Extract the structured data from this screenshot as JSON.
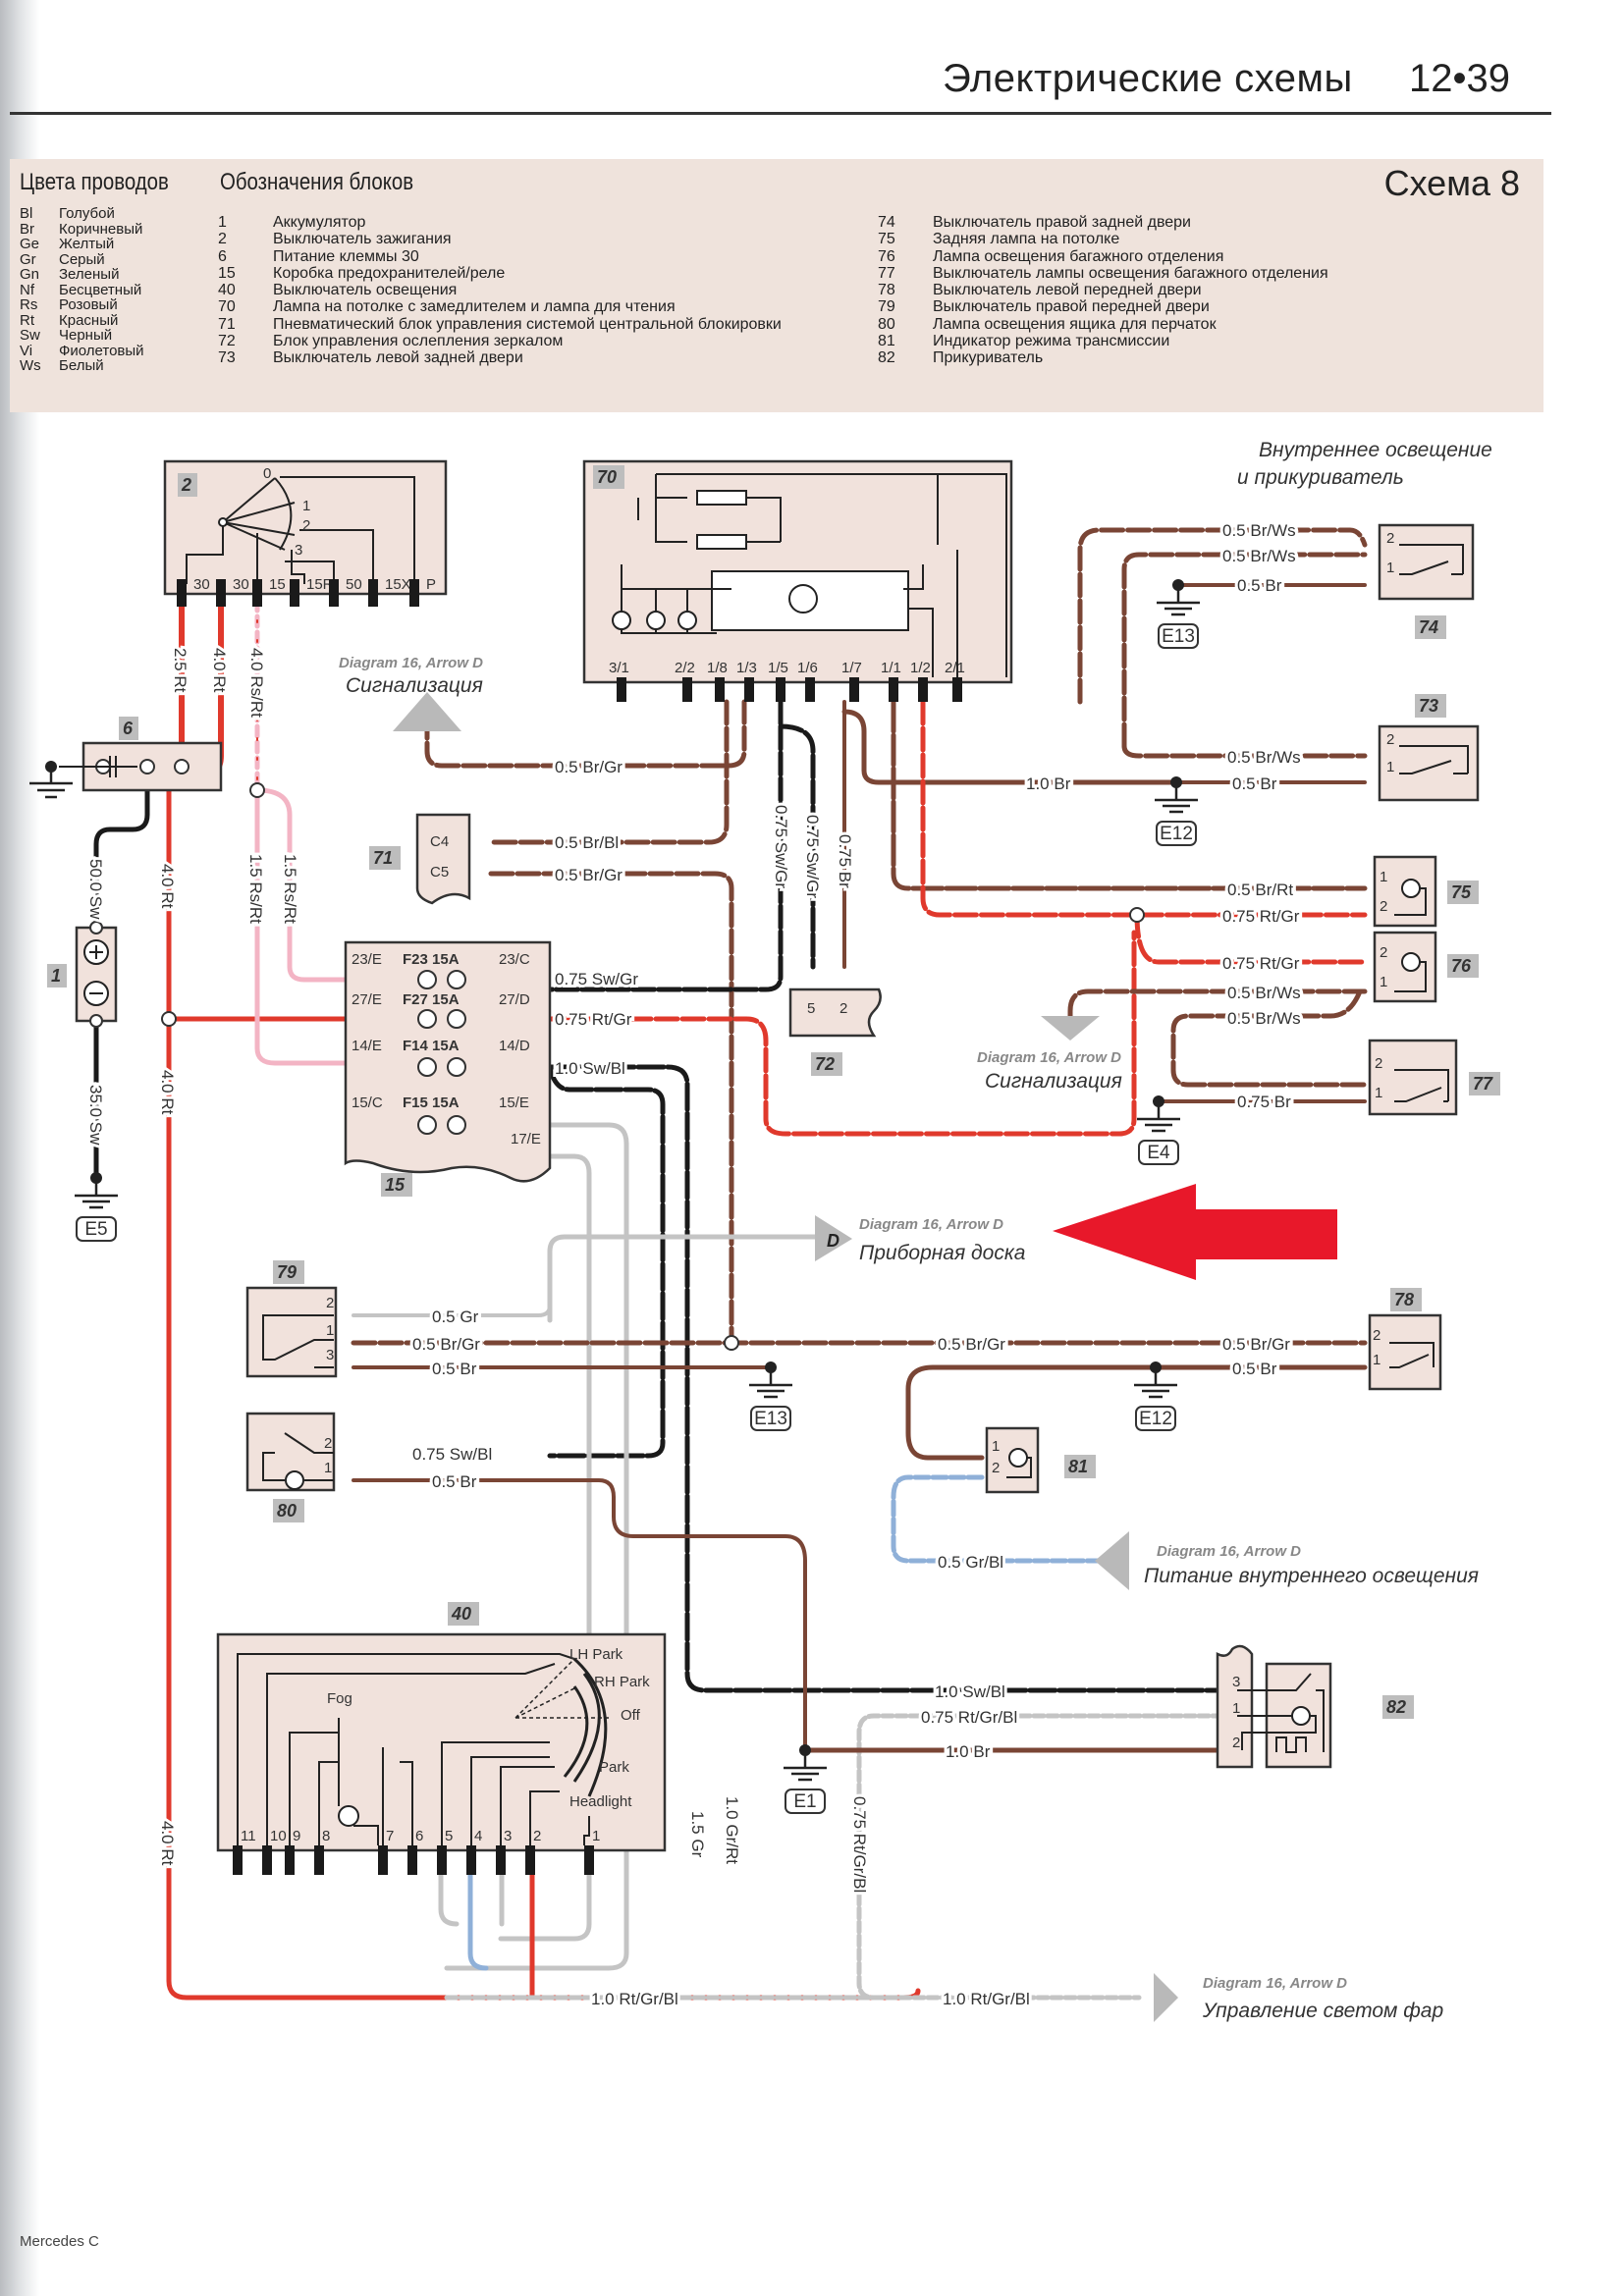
{
  "header": {
    "title": "Электрические схемы",
    "page": "12•39"
  },
  "legend": {
    "wire_colors_title": "Цвета проводов",
    "blocks_title": "Обозначения блоков",
    "scheme_title": "Схема 8",
    "wire_colors": [
      {
        "code": "Bl",
        "name": "Голубой"
      },
      {
        "code": "Br",
        "name": "Коричневый"
      },
      {
        "code": "Ge",
        "name": "Желтый"
      },
      {
        "code": "Gr",
        "name": "Серый"
      },
      {
        "code": "Gn",
        "name": "Зеленый"
      },
      {
        "code": "Nf",
        "name": "Бесцветный"
      },
      {
        "code": "Rs",
        "name": "Розовый"
      },
      {
        "code": "Rt",
        "name": "Красный"
      },
      {
        "code": "Sw",
        "name": "Черный"
      },
      {
        "code": "Vi",
        "name": "Фиолетовый"
      },
      {
        "code": "Ws",
        "name": "Белый"
      }
    ],
    "blocks_left": [
      {
        "num": "1",
        "name": "Аккумулятор"
      },
      {
        "num": "2",
        "name": "Выключатель зажигания"
      },
      {
        "num": "6",
        "name": "Питание клеммы 30"
      },
      {
        "num": "15",
        "name": "Коробка предохранителей/реле"
      },
      {
        "num": "40",
        "name": "Выключатель освещения"
      },
      {
        "num": "70",
        "name": "Лампа на потолке с замедлителем и лампа для чтения"
      },
      {
        "num": "71",
        "name": "Пневматический блок управления системой центральной блокировки"
      },
      {
        "num": "72",
        "name": "Блок управления ослепления зеркалом"
      },
      {
        "num": "73",
        "name": "Выключатель левой задней двери"
      }
    ],
    "blocks_right": [
      {
        "num": "74",
        "name": "Выключатель правой задней двери"
      },
      {
        "num": "75",
        "name": "Задняя лампа на потолке"
      },
      {
        "num": "76",
        "name": "Лампа освещения багажного отделения"
      },
      {
        "num": "77",
        "name": "Выключатель лампы освещения багажного отделения"
      },
      {
        "num": "78",
        "name": "Выключатель левой передней двери"
      },
      {
        "num": "79",
        "name": "Выключатель правой передней двери"
      },
      {
        "num": "80",
        "name": "Лампа освещения ящика для перчаток"
      },
      {
        "num": "81",
        "name": "Индикатор режима трансмиссии"
      },
      {
        "num": "82",
        "name": "Прикуриватель"
      }
    ]
  },
  "diagram": {
    "section_title": [
      "Внутреннее освещение",
      "и прикуриватель"
    ],
    "components": {
      "c2": {
        "num": "2",
        "pins": [
          "30",
          "30",
          "15",
          "15R",
          "50",
          "15X",
          "P"
        ],
        "positions": [
          "0",
          "1",
          "2",
          "3"
        ]
      },
      "c70": {
        "num": "70",
        "pins": [
          "3/1",
          "2/2",
          "1/8",
          "1/3",
          "1/5",
          "1/6",
          "1/7",
          "1/1",
          "1/2",
          "2/1"
        ]
      },
      "c6": {
        "num": "6"
      },
      "c1": {
        "num": "1"
      },
      "c71": {
        "num": "71",
        "pins": [
          "C4",
          "C5"
        ]
      },
      "c72": {
        "num": "72",
        "pins": [
          "5",
          "2"
        ]
      },
      "c15": {
        "num": "15",
        "rows": [
          {
            "left": "23/E",
            "fuse": "F23 15A",
            "right": "23/C"
          },
          {
            "left": "27/E",
            "fuse": "F27 15A",
            "right": "27/D"
          },
          {
            "left": "14/E",
            "fuse": "F14 15A",
            "right": "14/D"
          },
          {
            "left": "15/C",
            "fuse": "F15 15A",
            "right": "15/E"
          }
        ],
        "extra_pin": "17/E"
      },
      "c73": {
        "num": "73",
        "pins": [
          "2",
          "1"
        ]
      },
      "c74": {
        "num": "74",
        "pins": [
          "2",
          "1"
        ]
      },
      "c75": {
        "num": "75",
        "pins": [
          "1",
          "2"
        ]
      },
      "c76": {
        "num": "76",
        "pins": [
          "2",
          "1"
        ]
      },
      "c77": {
        "num": "77",
        "pins": [
          "2",
          "1"
        ]
      },
      "c78": {
        "num": "78",
        "pins": [
          "2",
          "1"
        ]
      },
      "c79": {
        "num": "79",
        "pins": [
          "2",
          "1",
          "3"
        ]
      },
      "c80": {
        "num": "80",
        "pins": [
          "2",
          "1"
        ]
      },
      "c81": {
        "num": "81",
        "pins": [
          "1",
          "2"
        ]
      },
      "c82": {
        "num": "82",
        "pins": [
          "3",
          "1",
          "2"
        ]
      },
      "c40": {
        "num": "40",
        "pins": [
          "11",
          "10",
          "9",
          "8",
          "7",
          "6",
          "5",
          "4",
          "3",
          "2",
          "1"
        ],
        "labels": {
          "lh_park": "LH Park",
          "rh_park": "RH Park",
          "off": "Off",
          "park": "Park",
          "headlight": "Headlight",
          "fog": "Fog"
        }
      }
    },
    "grounds": [
      "E13",
      "E12",
      "E4",
      "E5",
      "E13",
      "E12",
      "E1"
    ],
    "wire_labels": {
      "w_25rt": "2.5 Rt",
      "w_40rt_a": "4.0 Rt",
      "w_40rsrt": "4.0 Rs/Rt",
      "w_15rsrt_a": "1.5 Rs/Rt",
      "w_15rsrt_b": "1.5 Rs/Rt",
      "w_500sw": "50.0 Sw",
      "w_40rt_b": "4.0 Rt",
      "w_350sw": "35.0 Sw",
      "w_40rt_c": "4.0 Rt",
      "w_40rt_d": "4.0 Rt",
      "w_brgr_sig": "0.5 Br/Gr",
      "w_c4": "0.5 Br/Bl",
      "w_c5": "0.5 Br/Gr",
      "w_075swgr_a": "0.75 Sw/Gr",
      "w_075swgr_b": "0.75 Sw/Gr",
      "w_075br": "0.75 Br",
      "w_f23": "0.75 Sw/Gr",
      "w_f27": "0.75 Rt/Gr",
      "w_f14": "1.0 Sw/Bl",
      "w74_2a": "0.5 Br/Ws",
      "w74_2b": "0.5 Br/Ws",
      "w74_1": "0.5 Br",
      "w73_2": "0.5 Br/Ws",
      "w73_1": "0.5 Br",
      "w_10br": "1.0 Br",
      "w75_1": "0.5 Br/Rt",
      "w75_2": "0.75 Rt/Gr",
      "w76_2": "0.75 Rt/Gr",
      "w76_1": "0.5 Br/Ws",
      "w77_2": "0.5 Br/Ws",
      "w77_1": "0.75 Br",
      "w79_2": "0.5 Gr",
      "w79_1": "0.5 Br/Gr",
      "w79_3": "0.5 Br",
      "w_mid_brgr": "0.5 Br/Gr",
      "w78_2": "0.5 Br/Gr",
      "w78_1": "0.5 Br",
      "w80_2": "0.75 Sw/Bl",
      "w80_1": "0.5 Br",
      "w81_2": "0.5 Gr/Bl",
      "w82_3": "1.0 Sw/Bl",
      "w82_1": "0.75 Rt/Gr/Bl",
      "w82_2": "1.0 Br",
      "w_075rtgrbl_v": "0.75 Rt/Gr/Bl",
      "w_15gr": "1.5 Gr",
      "w_10grrt": "1.0 Gr/Rt",
      "w_10rtgrbl_a": "1.0 Rt/Gr/Bl",
      "w_10rtgrbl_b": "1.0 Rt/Gr/Bl"
    },
    "references": [
      {
        "id": "sig1",
        "diagram": "Diagram 16, Arrow D",
        "label": "Сигнализация"
      },
      {
        "id": "sig2",
        "diagram": "Diagram 16, Arrow D",
        "label": "Сигнализация"
      },
      {
        "id": "dash",
        "diagram": "Diagram 16, Arrow D",
        "label": "Приборная доска",
        "letter": "D"
      },
      {
        "id": "interior",
        "diagram": "Diagram 16, Arrow D",
        "label": "Питание внутреннего освещения"
      },
      {
        "id": "headlamp",
        "diagram": "Diagram 16, Arrow D",
        "label": "Управление светом фар"
      }
    ],
    "colors": {
      "highlight_arrow": "#e8182a",
      "panel_bg": "#efe3dc",
      "box_bg": "#f1e2dc",
      "br": "#7a4535",
      "rt": "#e0392c",
      "sw": "#1a1a1a",
      "gr": "#c4c4c4",
      "rs": "#f3b4c4",
      "bl": "#8fb0d8"
    }
  },
  "footer": {
    "text": "Mercedes C"
  }
}
